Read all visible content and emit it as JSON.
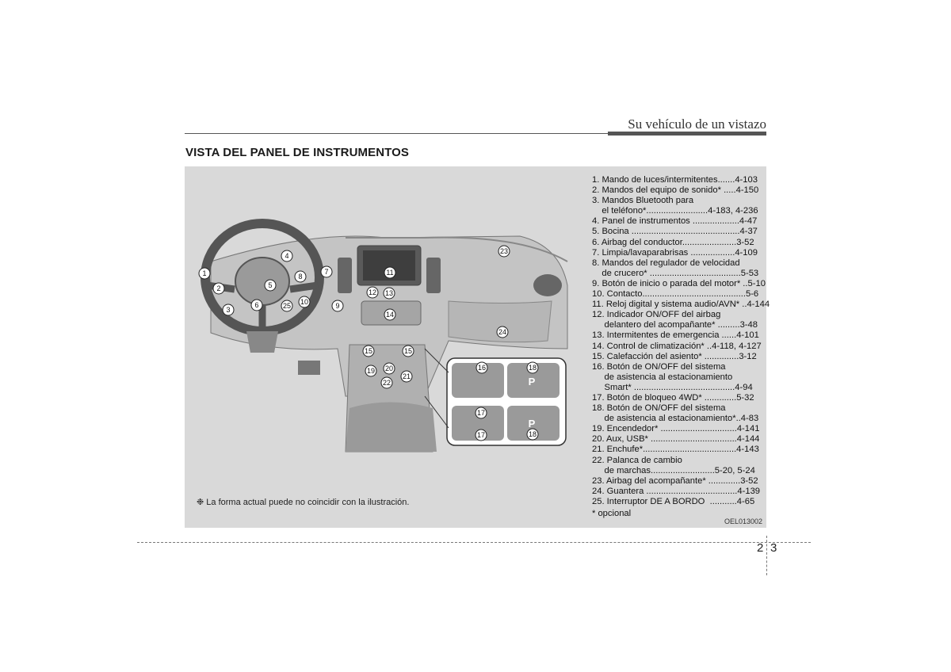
{
  "header": {
    "title": "Su vehículo de un vistazo"
  },
  "section": {
    "title": "VISTA DEL PANEL DE INSTRUMENTOS"
  },
  "figure": {
    "note": "❉ La forma actual puede no coincidir con la ilustración.",
    "code": "OEL013002",
    "callout_labels": [
      "1",
      "2",
      "3",
      "4",
      "5",
      "6",
      "7",
      "8",
      "9",
      "10",
      "11",
      "12",
      "13",
      "14",
      "15",
      "15",
      "16",
      "17",
      "18",
      "19",
      "20",
      "21",
      "22",
      "23",
      "24",
      "25",
      "17",
      "18"
    ]
  },
  "legend": {
    "items": [
      "1. Mando de luces/intermitentes.......4-103",
      "2. Mandos del equipo de sonido* .....4-150",
      "3. Mandos Bluetooth para\n    el teléfono*.........................4-183, 4-236",
      "4. Panel de instrumentos ...................4-47",
      "5. Bocina ............................................4-37",
      "6. Airbag del conductor......................3-52",
      "7. Limpia/lavaparabrisas ..................4-109",
      "8. Mandos del regulador de velocidad\n    de crucero* .....................................5-53",
      "9. Botón de inicio o parada del motor* ..5-10",
      "10. Contacto..........................................5-6",
      "11. Reloj digital y sistema audio/AVN* ..4-144",
      "12. Indicador ON/OFF del airbag\n     delantero del acompañante* .........3-48",
      "13. Intermitentes de emergencia ......4-101",
      "14. Control de climatización* ..4-118, 4-127",
      "15. Calefacción del asiento* ..............3-12",
      "16. Botón de ON/OFF del sistema\n     de asistencia al estacionamiento\n     Smart* .........................................4-94",
      "17. Botón de bloqueo 4WD* .............5-32",
      "18. Botón de ON/OFF del sistema\n     de asistencia al estacionamiento*..4-83",
      "19. Encendedor* ...............................4-141",
      "20. Aux, USB* ...................................4-144",
      "21. Enchufe*......................................4-143",
      "22. Palanca de cambio\n     de marchas..........................5-20, 5-24",
      "23. Airbag del acompañante* .............3-52",
      "24. Guantera .....................................4-139",
      "25. Interruptor DE A BORDO  ...........4-65"
    ],
    "footnote": "* opcional"
  },
  "page": {
    "left": "2",
    "right": "3"
  }
}
